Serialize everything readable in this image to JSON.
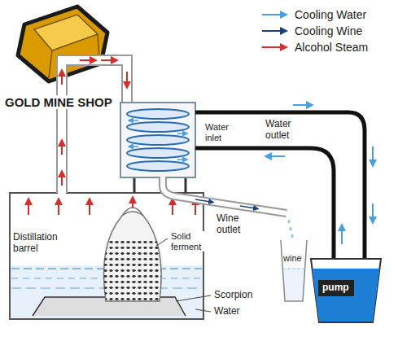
{
  "diagram": {
    "labels": [
      "GOLD MINE SHOP",
      "Water outlet",
      "Water inlet",
      "Wine outlet",
      "Distillation barrel",
      "Solid ferment",
      "wine",
      "Scorpion",
      "Water",
      "pump"
    ],
    "legend": [
      {
        "text": "Cooling Water"
      },
      {
        "text": "Cooling Wine"
      },
      {
        "text": "Alcohol Steam"
      }
    ]
  }
}
